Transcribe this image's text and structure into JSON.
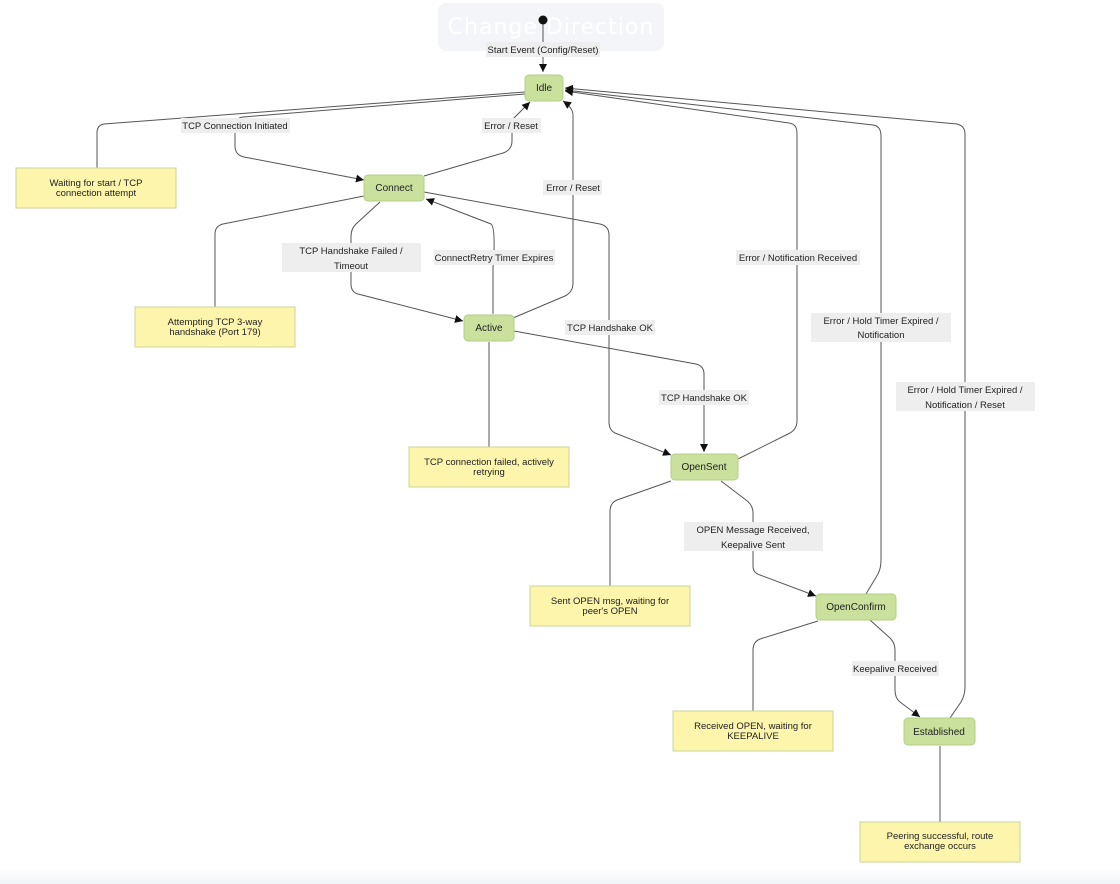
{
  "toolbar": {
    "change_direction_label": "Change Direction"
  },
  "diagram": {
    "start_label": "Start Event (Config/Reset)",
    "states": [
      {
        "id": "idle",
        "label": "Idle"
      },
      {
        "id": "connect",
        "label": "Connect"
      },
      {
        "id": "active",
        "label": "Active"
      },
      {
        "id": "opensent",
        "label": "OpenSent"
      },
      {
        "id": "openconfirm",
        "label": "OpenConfirm"
      },
      {
        "id": "established",
        "label": "Established"
      }
    ],
    "notes": [
      {
        "id": "note-idle",
        "lines": [
          "Waiting for start / TCP",
          "connection attempt"
        ]
      },
      {
        "id": "note-connect",
        "lines": [
          "Attempting TCP 3-way",
          "handshake (Port 179)"
        ]
      },
      {
        "id": "note-active",
        "lines": [
          "TCP connection failed, actively",
          "retrying"
        ]
      },
      {
        "id": "note-opensent",
        "lines": [
          "Sent OPEN msg, waiting for",
          "peer's OPEN"
        ]
      },
      {
        "id": "note-openconfirm",
        "lines": [
          "Received OPEN, waiting for",
          "KEEPALIVE"
        ]
      },
      {
        "id": "note-established",
        "lines": [
          "Peering successful, route",
          "exchange occurs"
        ]
      }
    ],
    "transitions": [
      {
        "id": "idle-connect",
        "lines": [
          "TCP Connection Initiated"
        ]
      },
      {
        "id": "connect-idle",
        "lines": [
          "Error / Reset"
        ]
      },
      {
        "id": "active-idle",
        "lines": [
          "Error / Reset"
        ]
      },
      {
        "id": "connect-active",
        "lines": [
          "TCP Handshake Failed /",
          "Timeout"
        ]
      },
      {
        "id": "active-connect",
        "lines": [
          "ConnectRetry Timer Expires"
        ]
      },
      {
        "id": "connect-opensent",
        "lines": [
          "TCP Handshake OK"
        ]
      },
      {
        "id": "active-opensent",
        "lines": [
          "TCP Handshake OK"
        ]
      },
      {
        "id": "opensent-idle",
        "lines": [
          "Error / Notification Received"
        ]
      },
      {
        "id": "opensent-openconfirm",
        "lines": [
          "OPEN Message Received,",
          "Keepalive Sent"
        ]
      },
      {
        "id": "openconfirm-idle",
        "lines": [
          "Error / Hold Timer Expired /",
          "Notification"
        ]
      },
      {
        "id": "openconfirm-established",
        "lines": [
          "Keepalive Received"
        ]
      },
      {
        "id": "established-idle",
        "lines": [
          "Error / Hold Timer Expired /",
          "Notification / Reset"
        ]
      }
    ]
  }
}
